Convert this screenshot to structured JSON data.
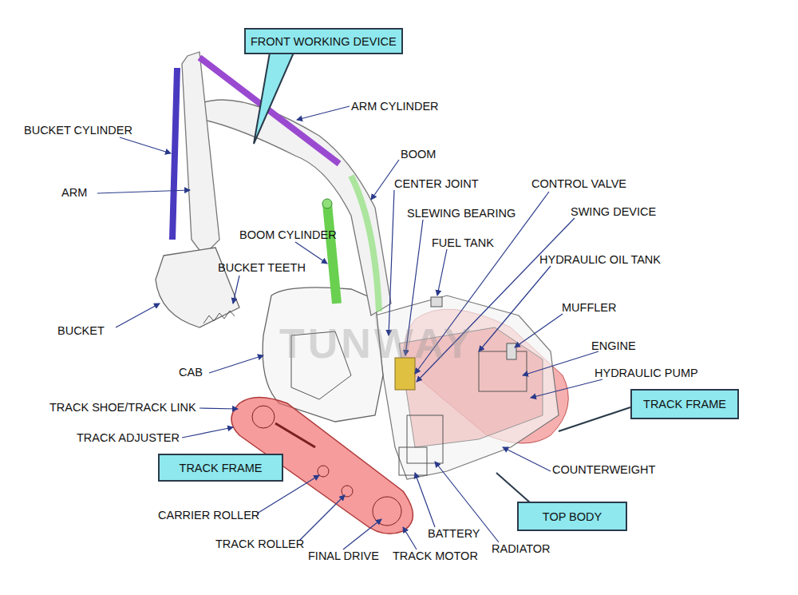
{
  "diagram": {
    "nodes": [
      {
        "text": [
          "FRONT WORKING DEVICE"
        ]
      },
      {
        "text": [
          "TRACK FRAME"
        ]
      },
      {
        "text": [
          "TRACK FRAME"
        ]
      },
      {
        "text": [
          "TOP BODY"
        ]
      }
    ],
    "labels": [
      "ARM CYLINDER",
      "BUCKET CYLINDER",
      "ARM",
      "BOOM",
      "CENTER JOINT",
      "CONTROL VALVE",
      "SLEWING BEARING",
      "SWING DEVICE",
      "BOOM CYLINDER",
      "FUEL TANK",
      "HYDRAULIC OIL TANK",
      "BUCKET TEETH",
      "MUFFLER",
      "BUCKET",
      "ENGINE",
      "CAB",
      "HYDRAULIC PUMP",
      "TRACK SHOE/TRACK LINK",
      "TRACK ADJUSTER",
      "COUNTERWEIGHT",
      "CARRIER ROLLER",
      "BATTERY",
      "TRACK ROLLER",
      "RADIATOR",
      "FINAL DRIVE",
      "TRACK MOTOR",
      "TUNWAY"
    ]
  }
}
